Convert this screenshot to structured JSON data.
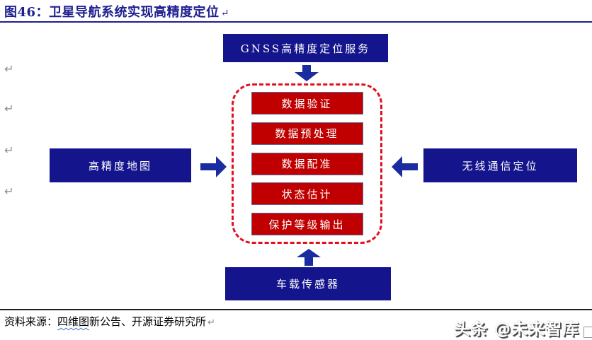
{
  "title": {
    "label": "图46：卫星导航系统实现高精度定位",
    "return_mark": "↵"
  },
  "diagram": {
    "top_box": "GNSS高精度定位服务",
    "left_box": "高精度地图",
    "right_box": "无线通信定位",
    "bottom_box": "车载传感器",
    "center_steps": [
      "数据验证",
      "数据预处理",
      "数据配准",
      "状态估计",
      "保护等级输出"
    ]
  },
  "margin": {
    "mark": "↵"
  },
  "footer": {
    "source_prefix": "资料来源：",
    "source_underlined": "四维图",
    "source_rest": "新公告、开源证券研究所",
    "return_mark": "↵",
    "watermark": "头条 @未来智库"
  },
  "colors": {
    "box_navy": "#14148C",
    "arrow_navy": "#1B2CA0",
    "step_red": "#C00000",
    "dash_red": "#E01020",
    "title_navy": "#1F1F8F",
    "squiggle_blue": "#4472C4"
  }
}
